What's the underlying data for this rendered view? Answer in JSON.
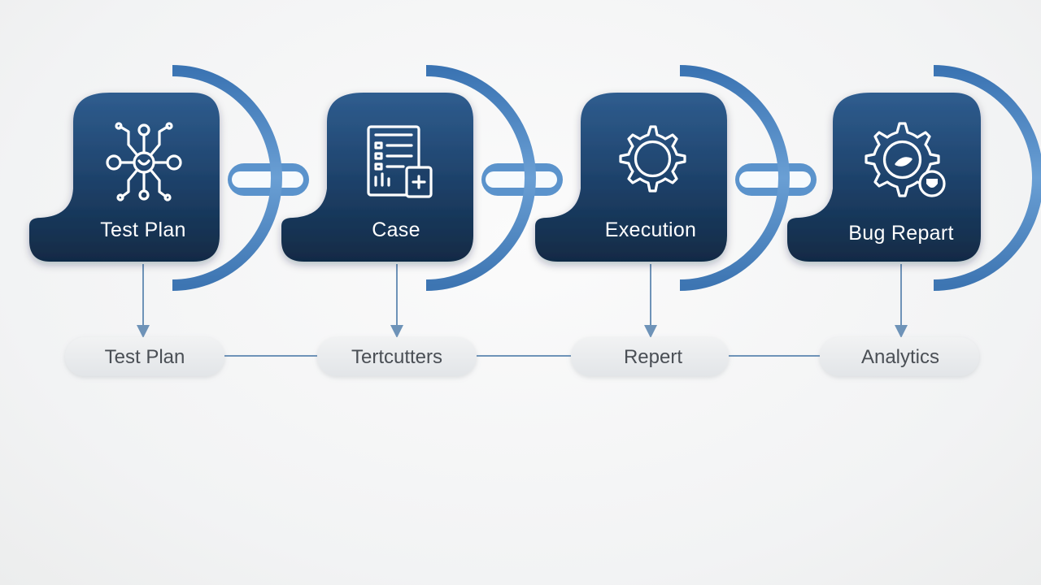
{
  "stages": [
    {
      "label": "Test Plan",
      "icon": "circuit-network-icon"
    },
    {
      "label": "Case",
      "icon": "checklist-document-icon"
    },
    {
      "label": "Execution",
      "icon": "gear-icon"
    },
    {
      "label": "Bug Repart",
      "icon": "gear-bug-icon"
    }
  ],
  "outputs": [
    {
      "label": "Test Plan"
    },
    {
      "label": "Tertcutters"
    },
    {
      "label": "Repert"
    },
    {
      "label": "Analytics"
    }
  ],
  "colors": {
    "card_top": "#2f5d8f",
    "card_bottom": "#112a45",
    "arc": "#4d86c3",
    "connector": "#5b93cc",
    "pill": "#e9ebed",
    "pill_text": "#4a4f55",
    "arrow": "#6e93b8"
  }
}
